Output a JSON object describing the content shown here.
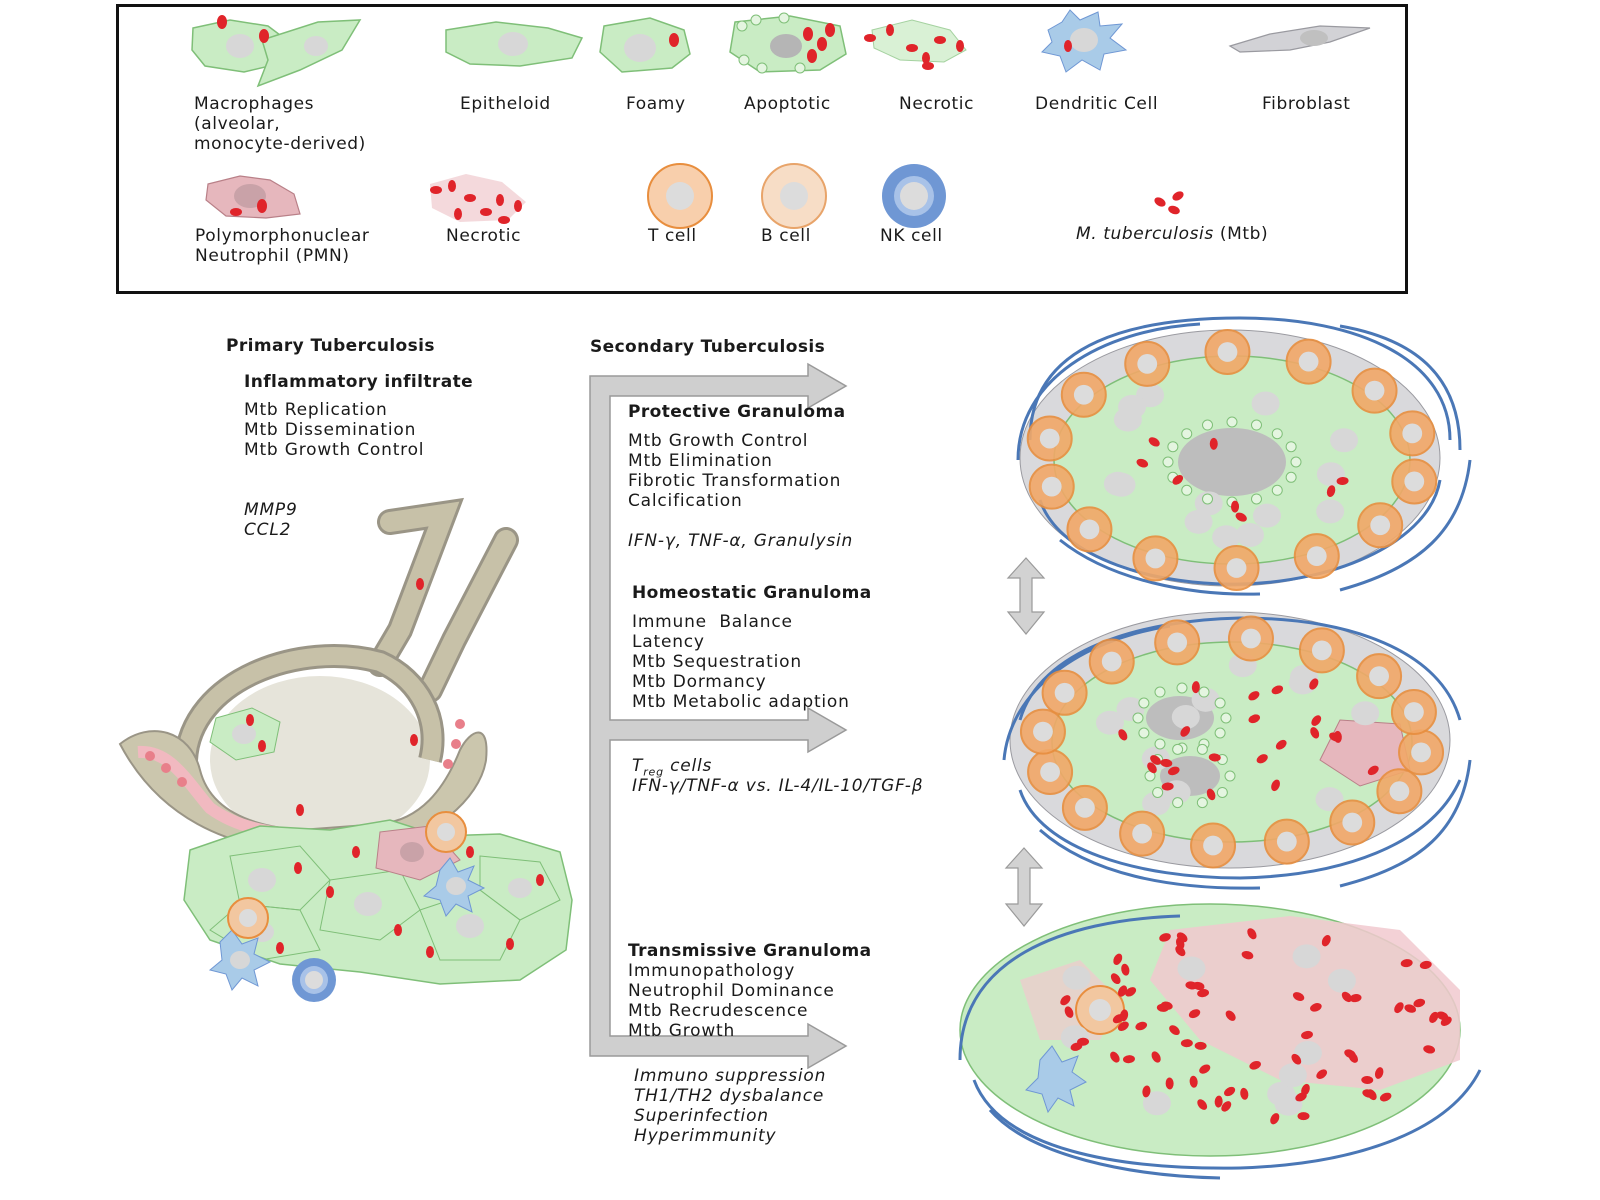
{
  "legend": {
    "macrophages": "Macrophages\n(alveolar,\nmonocyte-derived)",
    "epitheloid": "Epitheloid",
    "foamy": "Foamy",
    "apoptotic": "Apoptotic",
    "necrotic_mac": "Necrotic",
    "dendritic": "Dendritic Cell",
    "fibroblast": "Fibroblast",
    "pmn": "Polymorphonuclear\nNeutrophil (PMN)",
    "necrotic_pmn": "Necrotic",
    "tcell": "T cell",
    "bcell": "B cell",
    "nkcell": "NK cell",
    "mtb_italic": "M. tuberculosis",
    "mtb_suffix": " (Mtb)"
  },
  "primary": {
    "title": "Primary Tuberculosis",
    "heading": "Inflammatory infiltrate",
    "items": [
      "Mtb Replication",
      "Mtb Dissemination",
      "Mtb Growth Control"
    ],
    "factors": [
      "MMP9",
      "CCL2"
    ]
  },
  "secondary": {
    "title": "Secondary Tuberculosis",
    "protective": {
      "heading": "Protective Granuloma",
      "items": [
        "Mtb Growth Control",
        "Mtb Elimination",
        "Fibrotic Transformation",
        "Calcification"
      ],
      "factors": "IFN-γ, TNF-α, Granulysin"
    },
    "homeostatic": {
      "heading": "Homeostatic Granuloma",
      "items": [
        "Immune  Balance",
        "Latency",
        "Mtb Sequestration",
        "Mtb Dormancy",
        "Mtb Metabolic adaption"
      ],
      "factor_t": "T",
      "factor_reg": "reg",
      "factor_cells": " cells",
      "factor_line2": "IFN-γ/TNF-α vs. IL-4/IL-10/TGF-β"
    },
    "transmissive": {
      "heading": "Transmissive Granuloma",
      "items": [
        "Immunopathology",
        "Neutrophil Dominance",
        "Mtb Recrudescence",
        "Mtb Growth"
      ],
      "factors": [
        "Immuno suppression",
        "TH1/TH2 dysbalance",
        "Superinfection",
        "Hyperimmunity"
      ]
    }
  },
  "colors": {
    "macrophage": "#c9ecc4",
    "macrophage_stroke": "#7fbf78",
    "mtb": "#e0242a",
    "tcell": "#f2a868",
    "nkcell": "#6f97d4",
    "dendritic": "#a9cbe8",
    "fibroblast": "#d2d2d6",
    "pmn": "#e6b7bd",
    "capsule": "#4a77b6",
    "arrow": "#c8c8c8"
  }
}
